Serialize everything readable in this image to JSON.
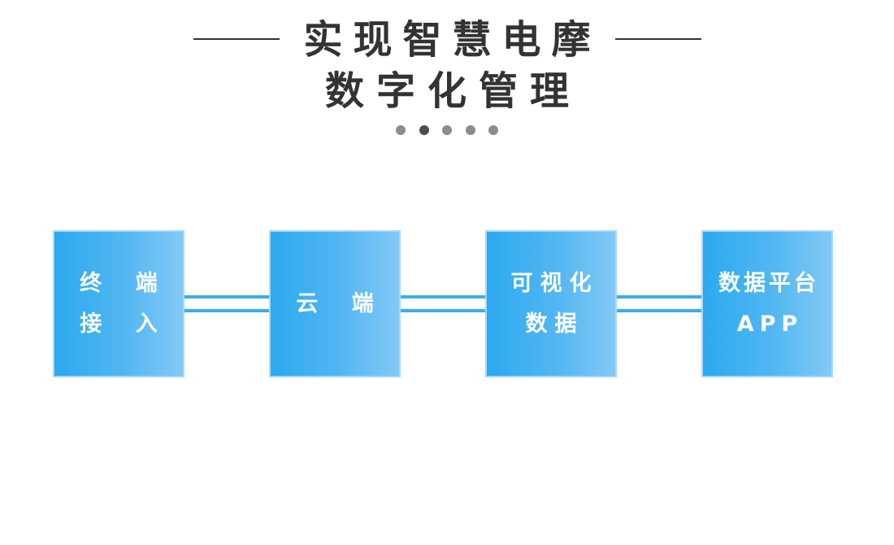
{
  "header": {
    "title_line1": "实现智慧电摩",
    "title_line2": "数字化管理"
  },
  "pagination": {
    "count": 5,
    "active_index": 1
  },
  "flow": {
    "nodes": [
      {
        "id": "terminal",
        "lines": [
          "终 端",
          "接 入"
        ]
      },
      {
        "id": "cloud",
        "lines": [
          "云 端"
        ]
      },
      {
        "id": "visual",
        "lines": [
          "可视化",
          "数据"
        ]
      },
      {
        "id": "platform",
        "lines": [
          "数据平台",
          "APP"
        ]
      }
    ]
  },
  "colors": {
    "title": "#333333",
    "box_gradient_start": "#2ba9f0",
    "box_gradient_end": "#82c9f5",
    "box_border": "#a9d8f7",
    "connector": "#3aaeed",
    "dot_inactive": "#8c8c8c",
    "dot_active": "#4d4d4d"
  }
}
